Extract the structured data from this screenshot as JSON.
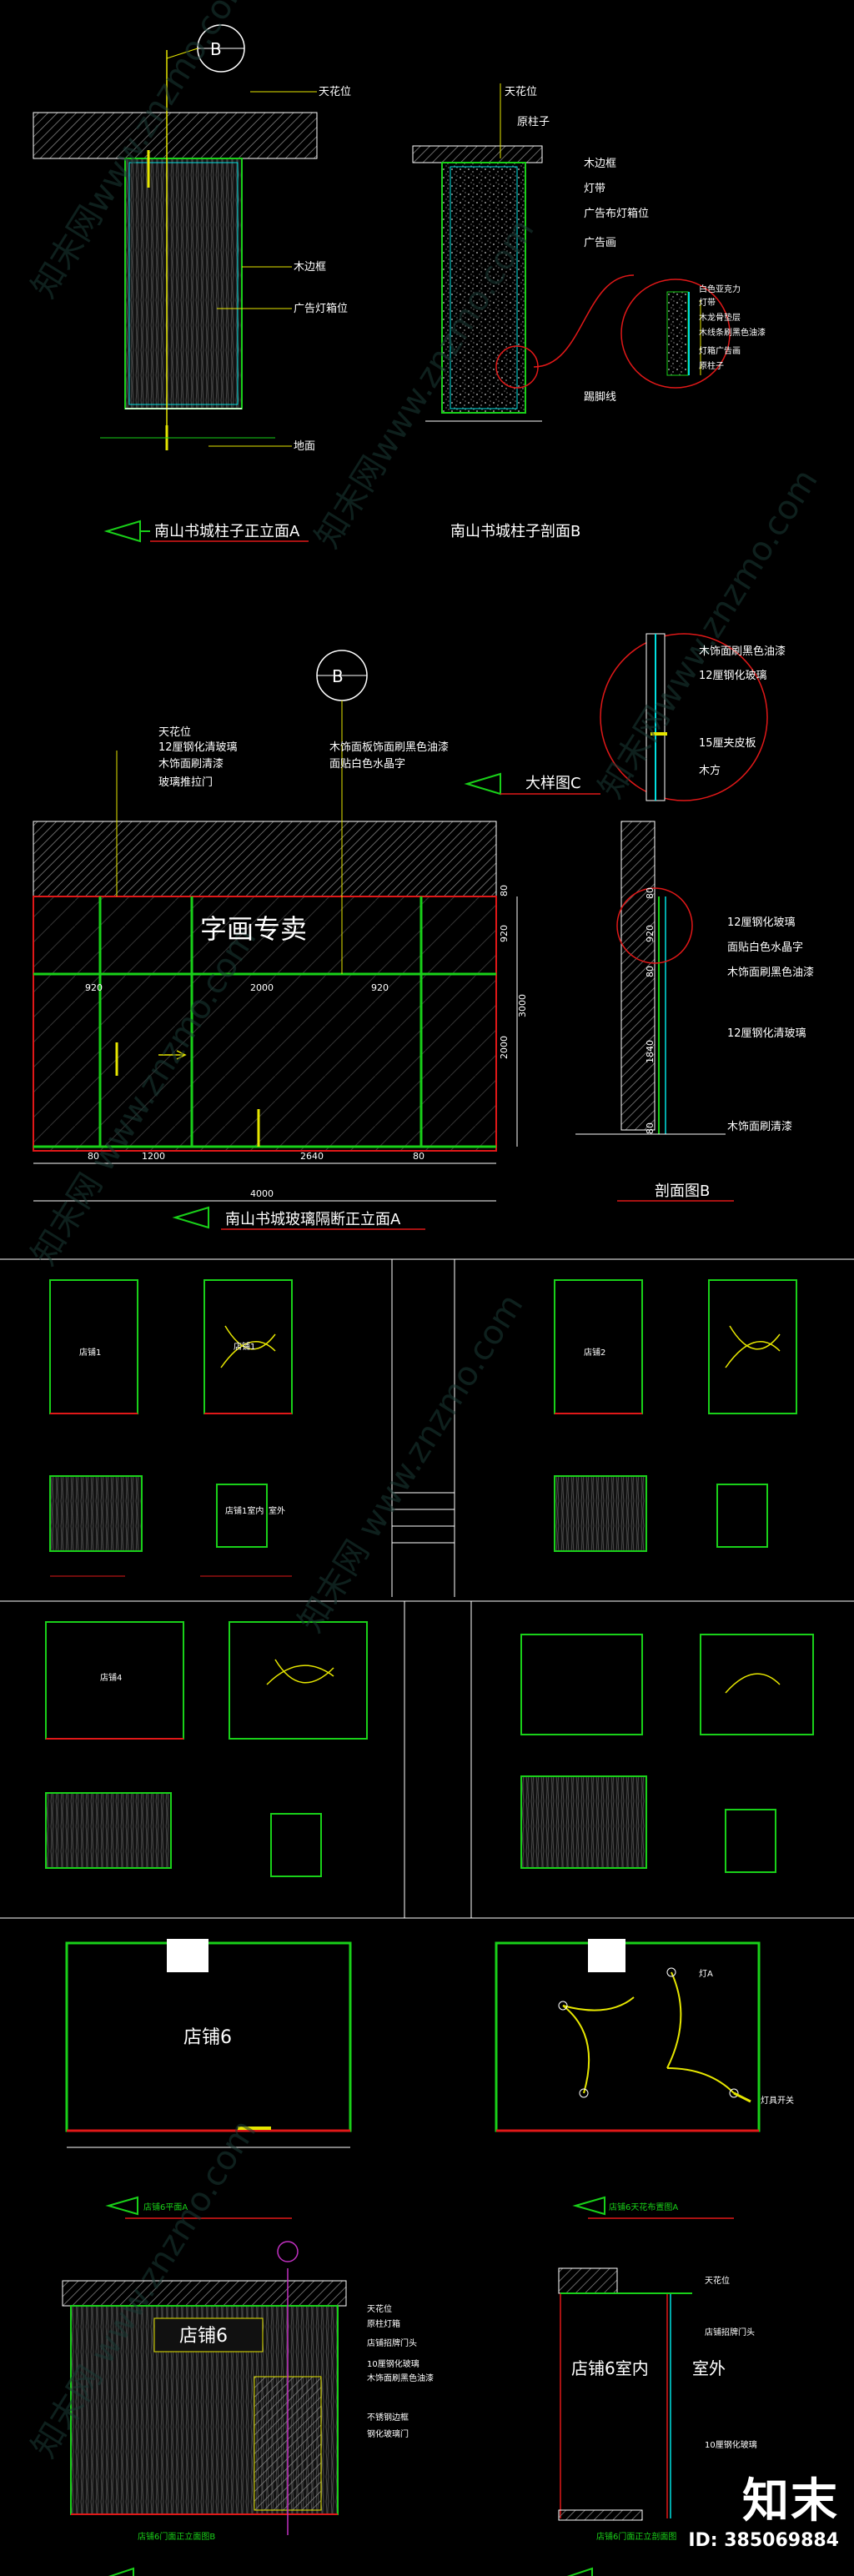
{
  "upper": {
    "column_front": {
      "callout": "B",
      "labels": [
        "天花位",
        "木边框",
        "广告灯箱位",
        "地面"
      ],
      "title": "南山书城柱子正立面A"
    },
    "column_section": {
      "labels": [
        "天花位",
        "原柱子",
        "木边框",
        "灯带",
        "广告布灯箱位",
        "广告画",
        "踢脚线"
      ],
      "detail_labels": [
        "白色亚克力",
        "灯带",
        "木龙骨垫层",
        "木线条刷黑色油漆",
        "灯箱广告画",
        "原柱子"
      ],
      "title": "南山书城柱子剖面B"
    },
    "partition": {
      "callout": "B",
      "labels_left": [
        "天花位",
        "12厘钢化清玻璃",
        "木饰面刷清漆",
        "玻璃推拉门"
      ],
      "labels_right": [
        "木饰面板饰面刷黑色油漆",
        "面贴白色水晶字"
      ],
      "sign_text": "字画专卖",
      "dims_top": [
        "920",
        "2000",
        "920"
      ],
      "dims_bottom": [
        "80",
        "1200",
        "2640",
        "80"
      ],
      "total_width": "4000",
      "dims_right": [
        "80",
        "920",
        "3000",
        "2000"
      ],
      "title": "南山书城玻璃隔断正立面A"
    },
    "detail_c": {
      "title": "大样图C",
      "labels": [
        "木饰面刷黑色油漆",
        "12厘钢化玻璃",
        "15厘夹皮板",
        "木方"
      ]
    },
    "section_b": {
      "labels": [
        "12厘钢化玻璃",
        "面贴白色水晶字",
        "木饰面刷黑色油漆",
        "12厘钢化清玻璃",
        "木饰面刷清漆"
      ],
      "dims": [
        "80",
        "920",
        "80",
        "1840",
        "80"
      ],
      "title": "剖面图B"
    }
  },
  "shops": {
    "row1_left": [
      "店铺1",
      "店铺1",
      "店铺1室内",
      "室外"
    ],
    "row1_right": [
      "店铺2"
    ],
    "row2_left": [
      "店铺4"
    ]
  },
  "shop6": {
    "plan_label": "店铺6",
    "ceiling_labels": [
      "灯A",
      "灯具开关"
    ],
    "elevation_label": "店铺6",
    "elevation_notes": [
      "天花位",
      "原柱灯箱",
      "店铺招牌门头",
      "10厘钢化玻璃",
      "木饰面刷黑色油漆",
      "不锈钢边框",
      "钢化玻璃门"
    ],
    "interior_label": "店铺6室内",
    "exterior_label": "室外",
    "side_notes": [
      "天花位",
      "店铺招牌门头",
      "10厘钢化玻璃"
    ],
    "titles": [
      "店铺6平面A",
      "店铺6天花布置图A",
      "店铺6门面正立面图B",
      "店铺6门面正立剖面图"
    ]
  },
  "watermarks": [
    "知末网www.znzmo.com",
    "知末网 www.znzmo.com"
  ],
  "footer": {
    "logo": "知末",
    "id": "ID: 385069884"
  },
  "colors": {
    "line_green": "#19d019",
    "line_cyan": "#00e0e0",
    "line_yellow": "#e6e600",
    "line_red": "#e01818",
    "line_white": "#ffffff",
    "bg": "#000000"
  }
}
